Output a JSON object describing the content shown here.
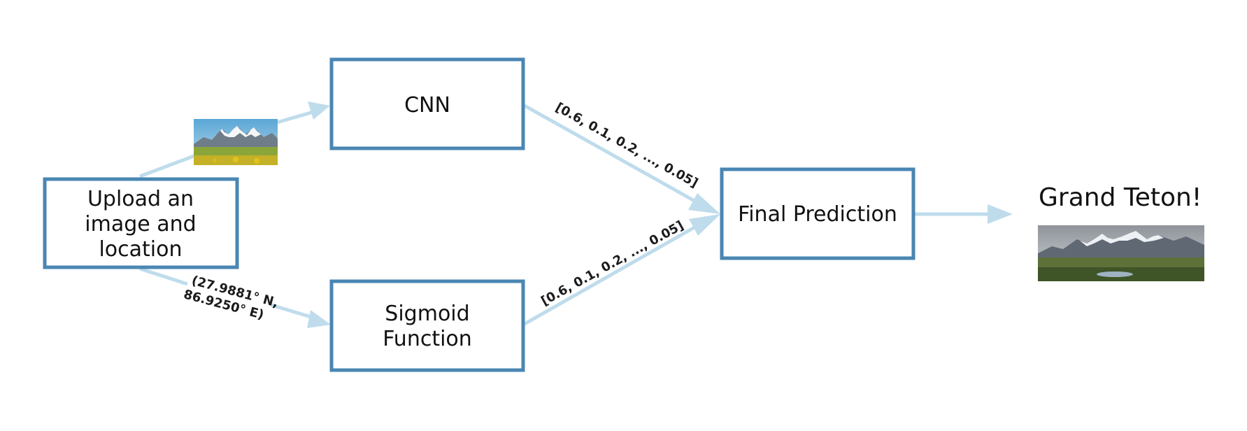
{
  "nodes": {
    "upload": {
      "line1": "Upload an",
      "line2": "image and",
      "line3": "location"
    },
    "cnn": {
      "label": "CNN"
    },
    "sigmoid": {
      "line1": "Sigmoid",
      "line2": "Function"
    },
    "final": {
      "label": "Final Prediction"
    }
  },
  "edges": {
    "cnn_output": "[0.6, 0.1, 0.2, ..., 0.05]",
    "sigmoid_output": "[0.6, 0.1, 0.2, ..., 0.05]",
    "location_line1": "(27.9881° N,",
    "location_line2": "86.9250° E)"
  },
  "result": {
    "title": "Grand Teton!"
  },
  "colors": {
    "box_stroke": "#4a86b3",
    "arrow": "#bfdcec"
  },
  "images": {
    "input_thumbnail": "mountain-meadow-photo",
    "output_thumbnail": "mountain-landscape-photo"
  }
}
